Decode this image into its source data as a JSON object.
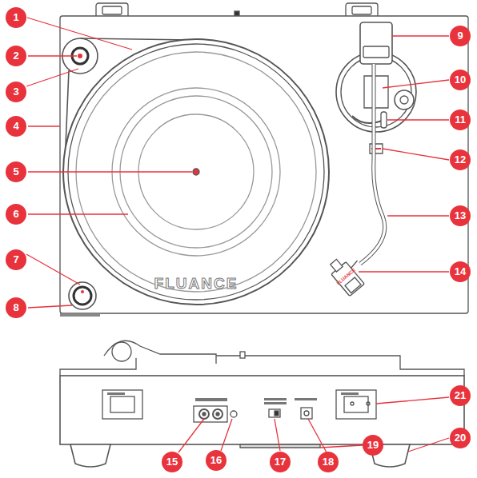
{
  "diagram": {
    "labels": [
      "1",
      "2",
      "3",
      "4",
      "5",
      "6",
      "7",
      "8",
      "9",
      "10",
      "11",
      "12",
      "13",
      "14",
      "15",
      "16",
      "17",
      "18",
      "19",
      "20",
      "21",
      "FLUANCE",
      "FLUANCE"
    ]
  }
}
